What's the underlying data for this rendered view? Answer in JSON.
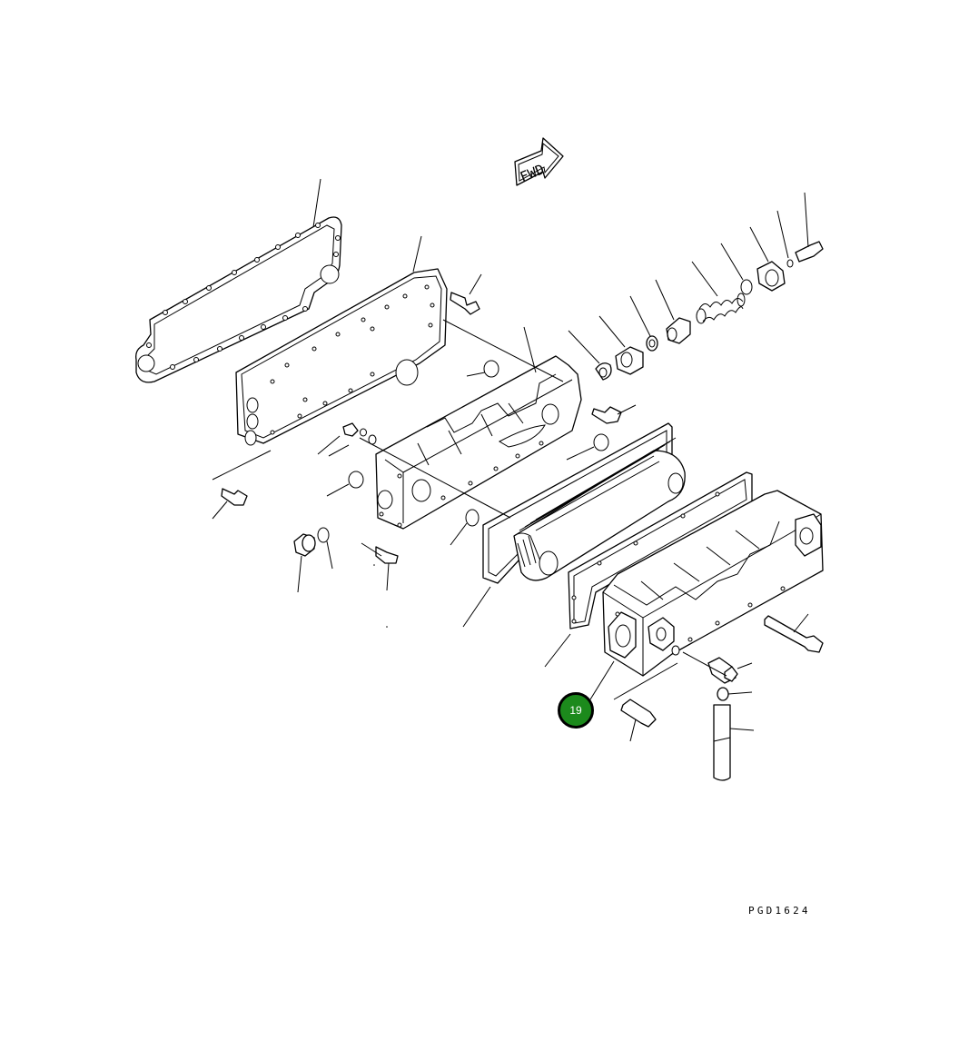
{
  "diagram": {
    "fwd_label": "FWD",
    "drawing_code": "PGD1624",
    "highlighted_callout": "19",
    "callout_color": "#1c8a1c"
  }
}
